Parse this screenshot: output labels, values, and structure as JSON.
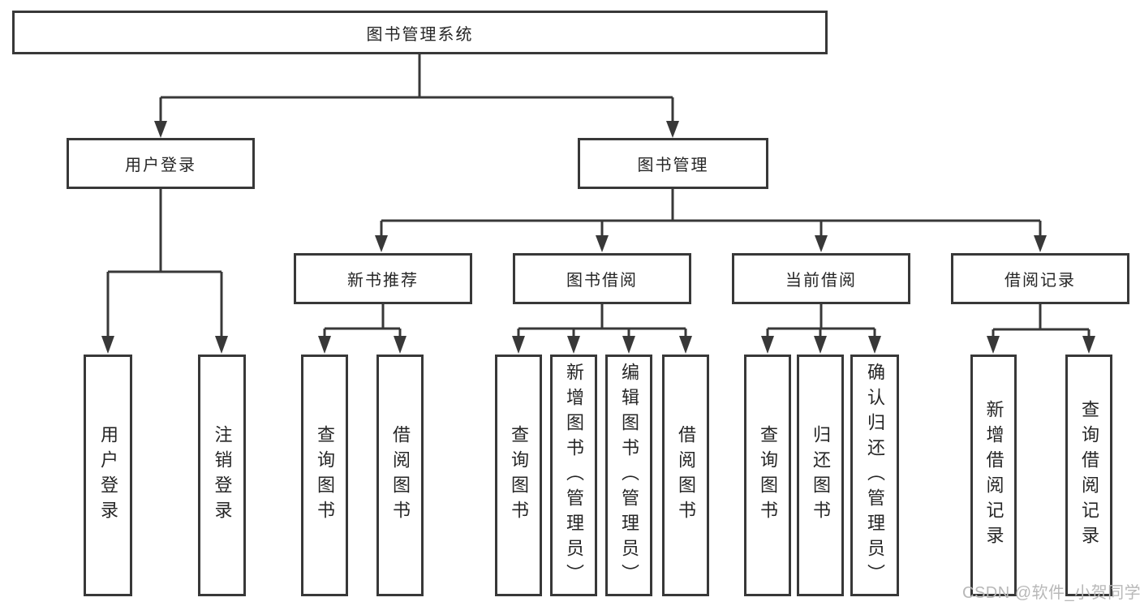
{
  "diagram_title": "图书管理系统",
  "nodes": {
    "root": "图书管理系统",
    "user_login": "用户登录",
    "book_mgmt": "图书管理",
    "new_book_rec": "新书推荐",
    "book_borrow": "图书借阅",
    "current_borrow": "当前借阅",
    "borrow_records": "借阅记录",
    "ul_user_login": "用户登录",
    "ul_logout": "注销登录",
    "nb_query_book": "查询图书",
    "nb_borrow_book": "借阅图书",
    "bb_query_book": "查询图书",
    "bb_add_book": "新增图书（管理员）",
    "bb_edit_book": "编辑图书（管理员）",
    "bb_borrow_book": "借阅图书",
    "cb_query_book": "查询图书",
    "cb_return_book": "归还图书",
    "cb_confirm_return": "确认归还（管理员）",
    "br_add_record": "新增借阅记录",
    "br_query_record": "查询借阅记录"
  },
  "edges": [
    [
      "root",
      "user_login"
    ],
    [
      "root",
      "book_mgmt"
    ],
    [
      "user_login",
      "ul_user_login"
    ],
    [
      "user_login",
      "ul_logout"
    ],
    [
      "book_mgmt",
      "new_book_rec"
    ],
    [
      "book_mgmt",
      "book_borrow"
    ],
    [
      "book_mgmt",
      "current_borrow"
    ],
    [
      "book_mgmt",
      "borrow_records"
    ],
    [
      "new_book_rec",
      "nb_query_book"
    ],
    [
      "new_book_rec",
      "nb_borrow_book"
    ],
    [
      "book_borrow",
      "bb_query_book"
    ],
    [
      "book_borrow",
      "bb_add_book"
    ],
    [
      "book_borrow",
      "bb_edit_book"
    ],
    [
      "book_borrow",
      "bb_borrow_book"
    ],
    [
      "current_borrow",
      "cb_query_book"
    ],
    [
      "current_borrow",
      "cb_return_book"
    ],
    [
      "current_borrow",
      "cb_confirm_return"
    ],
    [
      "borrow_records",
      "br_add_record"
    ],
    [
      "borrow_records",
      "br_query_record"
    ]
  ],
  "watermark": {
    "text": "CSDN @软件_小贺同学",
    "color": "#b8b8b8"
  },
  "colors": {
    "background": "#ffffff",
    "line": "#383838",
    "box_border": "#383838",
    "box_fill": "#ffffff",
    "text": "#262626"
  }
}
